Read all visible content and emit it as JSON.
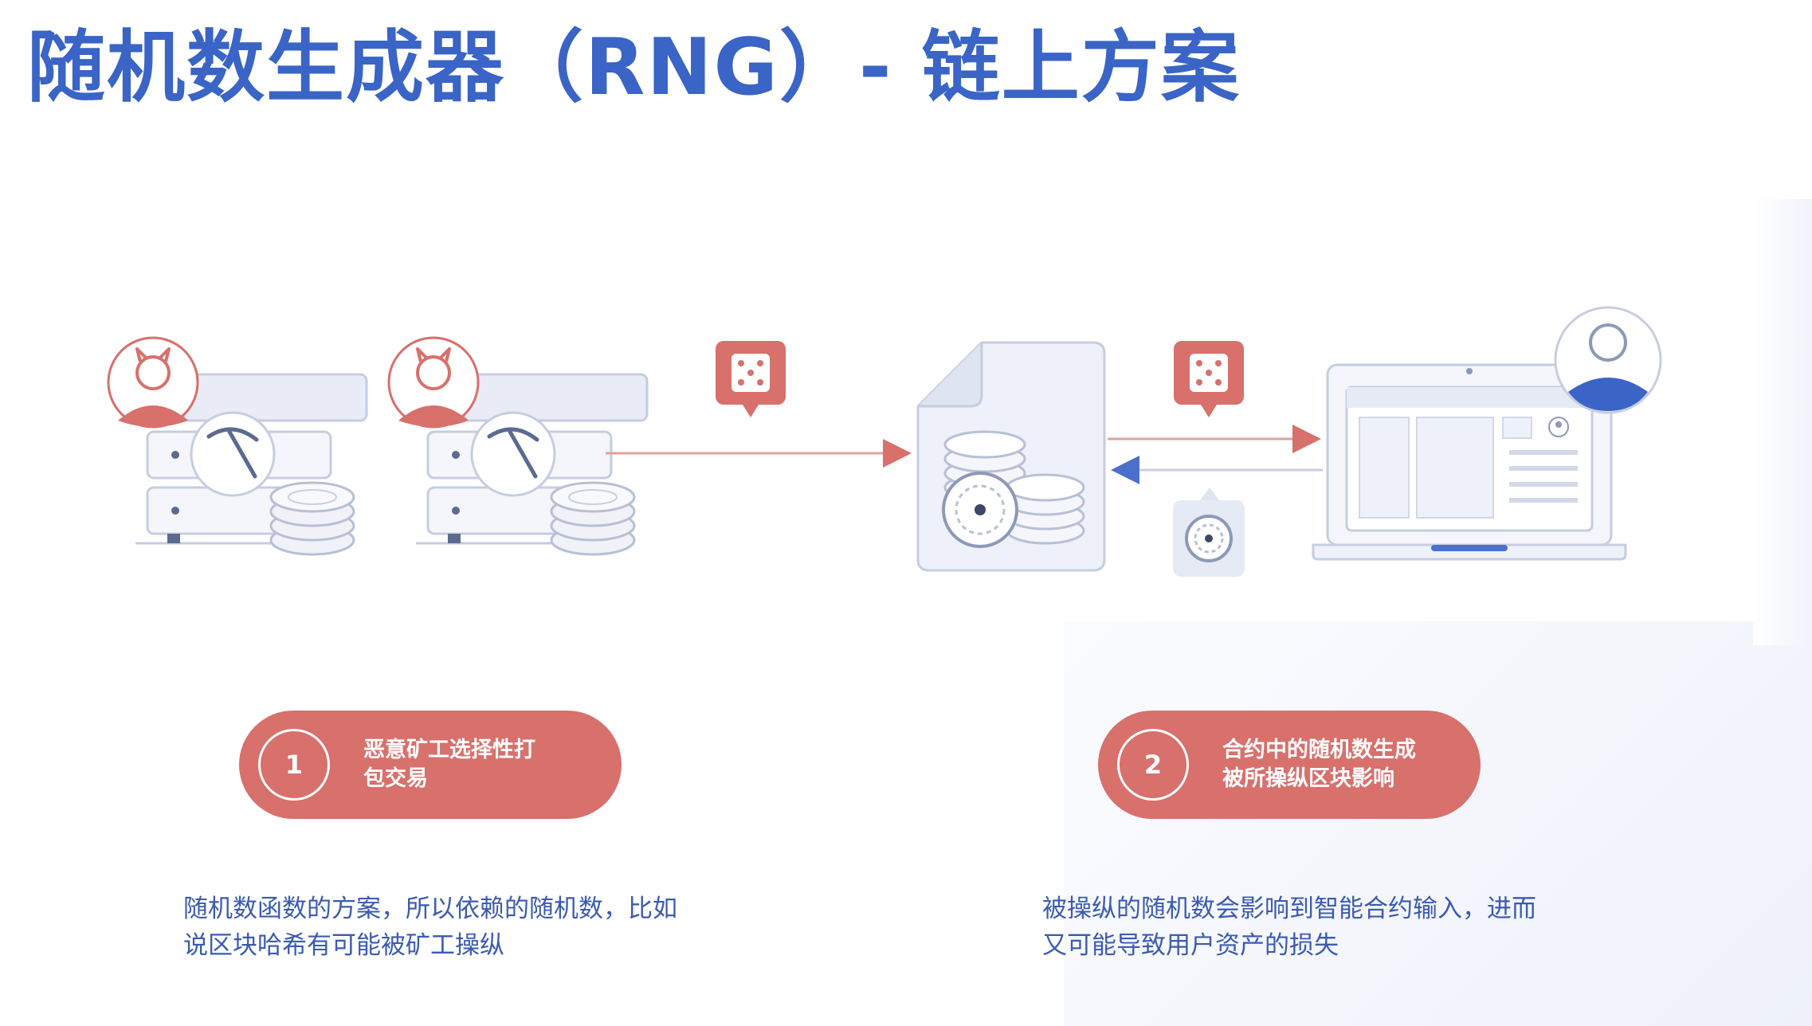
{
  "title": "随机数生成器（RNG）- 链上方案",
  "steps": [
    {
      "number": "1",
      "label": "恶意矿工选择性打\n包交易"
    },
    {
      "number": "2",
      "label": "合约中的随机数生成\n被所操纵区块影响"
    }
  ],
  "descriptions": [
    "随机数函数的方案，所以依赖的随机数，比如\n说区块哈希有可能被矿工操纵",
    "被操纵的随机数会影响到智能合约输入，进而\n又可能导致用户资产的损失"
  ],
  "icons": {
    "miner_left": "devil-miner-icon",
    "miner_right": "devil-miner-icon",
    "server": "server-stack-icon",
    "pickaxe": "pickaxe-icon",
    "coins": "coin-stack-icon",
    "random_value": "dice-icon",
    "contract": "contract-document-icon",
    "token": "token-icon",
    "laptop": "laptop-icon",
    "user": "user-avatar-icon"
  },
  "colors": {
    "accent_blue": "#3a64c6",
    "accent_red": "#d8706c",
    "line_gray": "#c8cfe0"
  }
}
